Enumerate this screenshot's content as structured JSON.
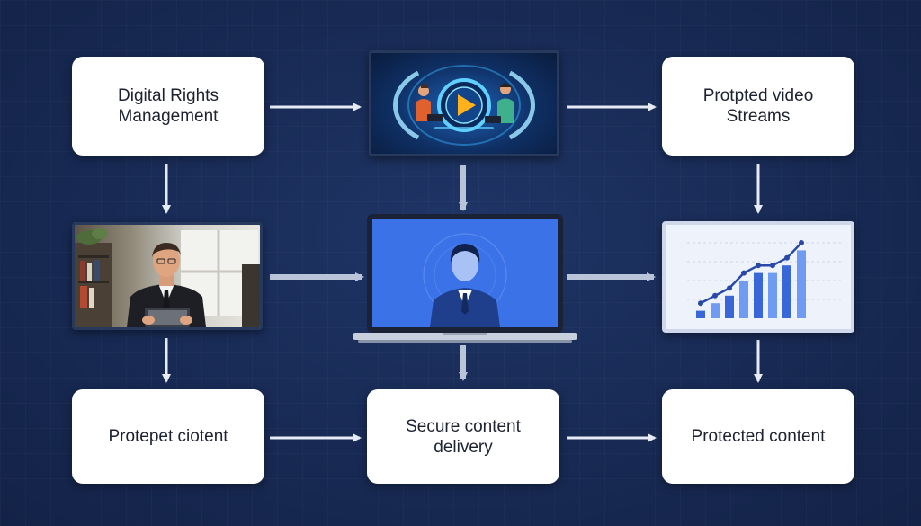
{
  "nodes": {
    "drm": {
      "label": "Digital Rights\nManagement"
    },
    "streams": {
      "label": "Protpted video\nStreams"
    },
    "protept": {
      "label": "Protepet ciotent"
    },
    "secure": {
      "label": "Secure content\ndelivery"
    },
    "protected": {
      "label": "Protected content"
    }
  },
  "illustrations": {
    "video": "video-play-icon",
    "person": "professional-with-tablet",
    "laptop": "user-avatar-icon",
    "chart": "growth-chart-icon"
  },
  "chart_data": {
    "type": "bar",
    "values": [
      1,
      2,
      3,
      5,
      6,
      6,
      7,
      9
    ],
    "line": [
      2,
      3,
      4,
      6,
      7,
      7,
      8,
      10
    ]
  },
  "colors": {
    "background": "#182a54",
    "box": "#ffffff",
    "arrow": "#e6ebf5",
    "accent_blue": "#3a67d8"
  }
}
